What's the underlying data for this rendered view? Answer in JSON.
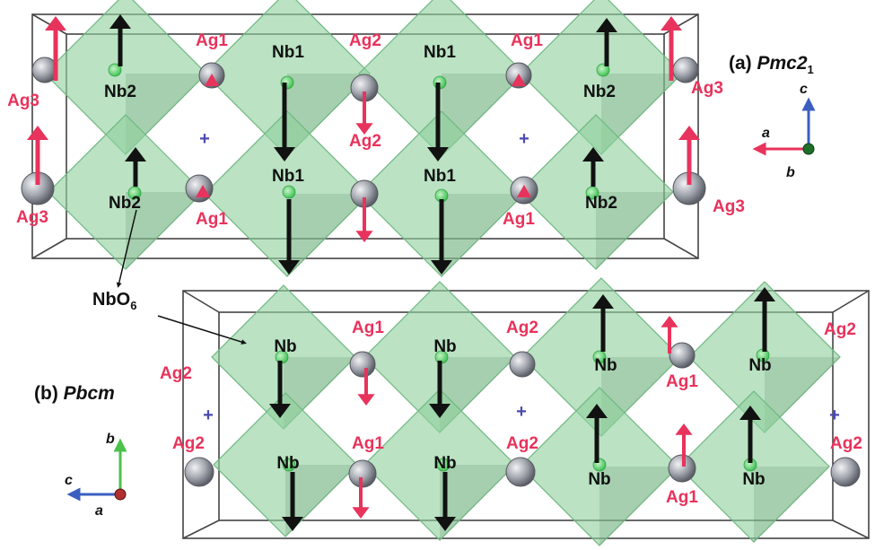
{
  "panel_a": {
    "title_prefix": "(a) ",
    "title_italic": "Pmc2",
    "title_sub": "1",
    "labels": {
      "ag1": "Ag1",
      "ag2": "Ag2",
      "ag3": "Ag3",
      "nb1": "Nb1",
      "nb2": "Nb2"
    },
    "axes": {
      "c": "c",
      "a": "a",
      "b": "b"
    }
  },
  "panel_b": {
    "title_prefix": "(b) ",
    "title_italic": "Pbcm",
    "labels": {
      "ag1": "Ag1",
      "ag2": "Ag2",
      "nb": "Nb"
    },
    "axes": {
      "b": "b",
      "c": "c",
      "a": "a"
    }
  },
  "octahedron_label": {
    "main": "NbO",
    "sub": "6"
  },
  "center_marker": "+",
  "colors": {
    "octahedron_fill": "#8fd19e",
    "octahedron_edge": "#6fb880",
    "ag_sphere": "#9a9ea6",
    "nb_atom": "#4cd26b",
    "ag_arrow": "#e8335c",
    "nb_arrow": "#111111",
    "axis_c": "#3b5fc0",
    "axis_a": "#e8335c",
    "axis_b_pbcm": "#4cc24c",
    "box_line": "#444444"
  }
}
